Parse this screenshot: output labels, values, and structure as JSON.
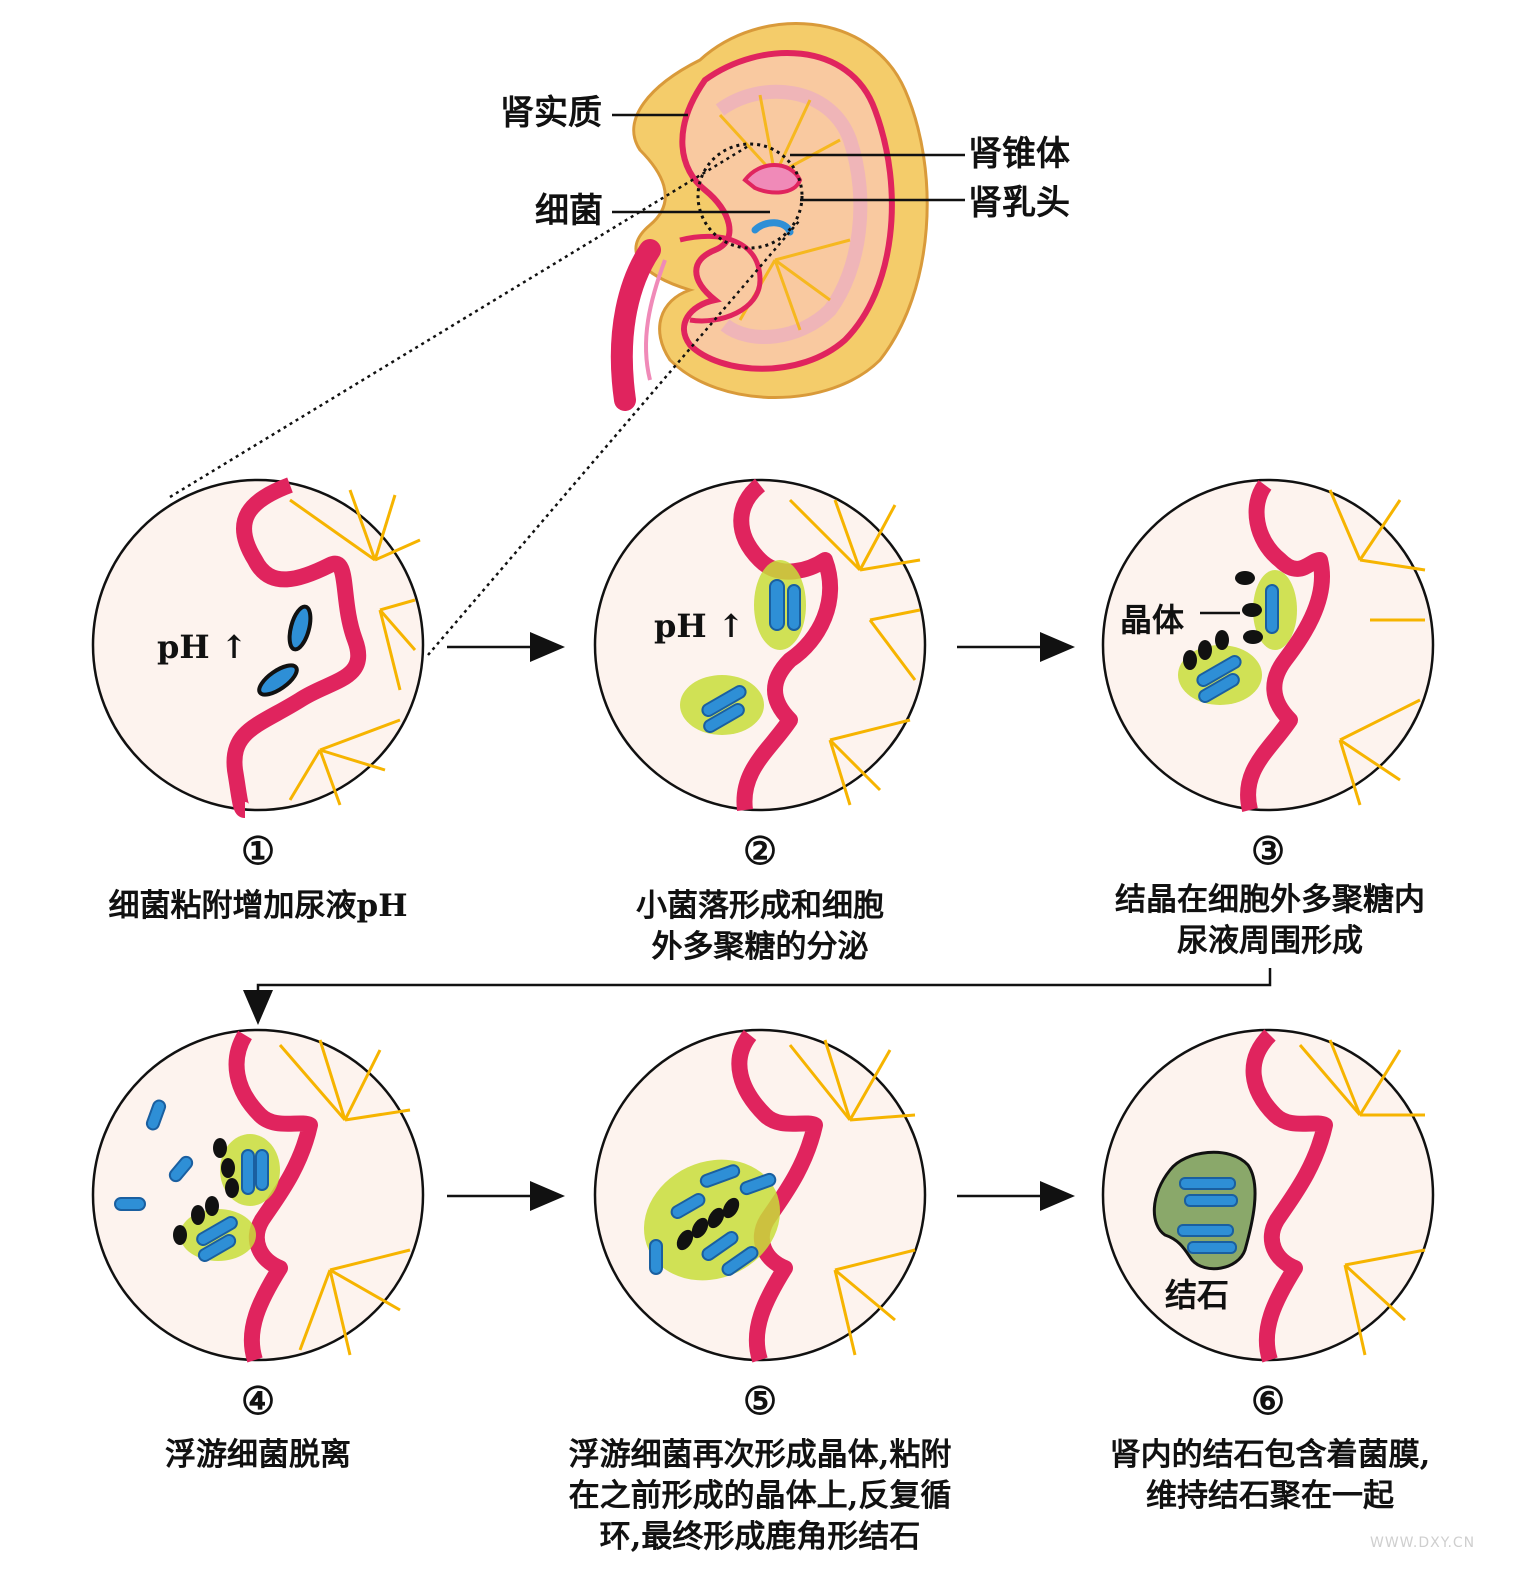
{
  "kidney_labels": {
    "parenchyma": "肾实质",
    "pyramid": "肾锥体",
    "bacteria": "细菌",
    "papilla": "肾乳头"
  },
  "panels": [
    {
      "number": "①",
      "caption_lines": [
        "细菌粘附增加尿液pH"
      ],
      "inner_label": "pH ↑"
    },
    {
      "number": "②",
      "caption_lines": [
        "小菌落形成和细胞",
        "外多聚糖的分泌"
      ],
      "inner_label": "pH ↑"
    },
    {
      "number": "③",
      "caption_lines": [
        "结晶在细胞外多聚糖内",
        "尿液周围形成"
      ],
      "inner_label": "晶体"
    },
    {
      "number": "④",
      "caption_lines": [
        "浮游细菌脱离"
      ],
      "inner_label": ""
    },
    {
      "number": "⑤",
      "caption_lines": [
        "浮游细菌再次形成晶体,粘附",
        "在之前形成的晶体上,反复循",
        "环,最终形成鹿角形结石"
      ],
      "inner_label": ""
    },
    {
      "number": "⑥",
      "caption_lines": [
        "肾内的结石包含着菌膜,",
        "维持结石聚在一起"
      ],
      "inner_label": "结石"
    }
  ],
  "watermark": "WWW.DXY.CN",
  "colors": {
    "red_wall": "#e0245e",
    "rays": "#f6b400",
    "bacteria": "#2e8fd6",
    "biofilm": "#c8dd3a",
    "crystal": "#111111",
    "kidney_body": "#f4cc6a"
  }
}
